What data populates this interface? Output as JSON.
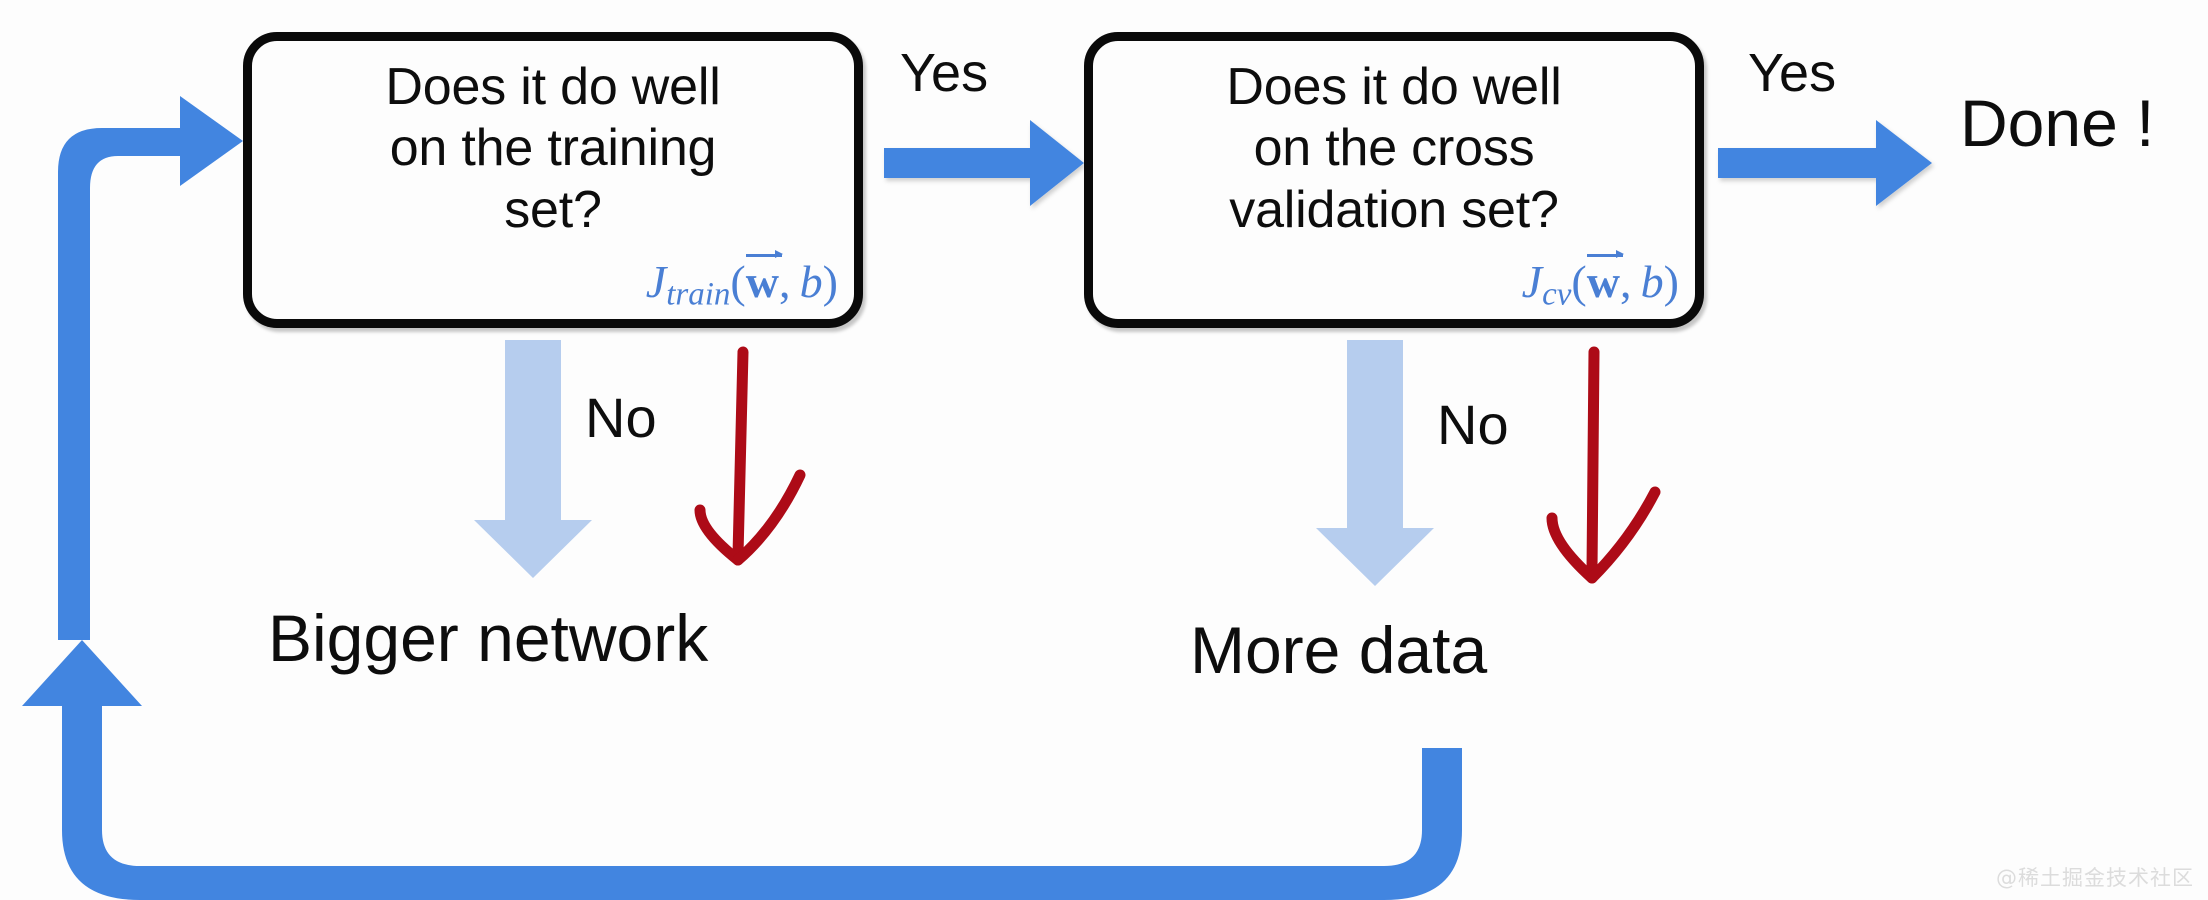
{
  "diagram": {
    "title": "Neural network training decision flowchart",
    "colors": {
      "blue_arrow": "#4285e0",
      "light_blue_arrow": "#b6cdee",
      "red_arrow": "#ad0b17",
      "box_border": "#0a0a0a",
      "formula_blue": "#4a7fd4",
      "background": "#fdfdfd",
      "text": "#0d0d0d"
    },
    "boxes": [
      {
        "id": "train",
        "question": "Does it do well\non the training\nset?",
        "formula_j": "J",
        "formula_sub": "train",
        "formula_args": "(w, b)"
      },
      {
        "id": "cv",
        "question": "Does it do well\non the cross\nvalidation set?",
        "formula_j": "J",
        "formula_sub": "cv",
        "formula_args": "(w, b)"
      }
    ],
    "labels": {
      "yes_1": "Yes",
      "yes_2": "Yes",
      "no_1": "No",
      "no_2": "No",
      "outcome_bigger": "Bigger network",
      "outcome_more": "More data",
      "done": "Done !"
    },
    "arrows": [
      {
        "name": "yes-arrow-train-to-cv",
        "type": "block-arrow",
        "direction": "right",
        "color": "#4285e0"
      },
      {
        "name": "yes-arrow-cv-to-done",
        "type": "block-arrow",
        "direction": "right",
        "color": "#4285e0"
      },
      {
        "name": "no-arrow-train",
        "type": "block-arrow",
        "direction": "down",
        "color": "#b6cdee"
      },
      {
        "name": "no-arrow-cv",
        "type": "block-arrow",
        "direction": "down",
        "color": "#b6cdee"
      },
      {
        "name": "red-annotation-arrow-train",
        "type": "hand-drawn",
        "direction": "down",
        "color": "#ad0b17"
      },
      {
        "name": "red-annotation-arrow-cv",
        "type": "hand-drawn",
        "direction": "down",
        "color": "#ad0b17"
      },
      {
        "name": "feedback-loop-left",
        "type": "elbow-block-arrow",
        "direction": "up-right",
        "color": "#4285e0"
      },
      {
        "name": "feedback-loop-bottom",
        "type": "u-block-arrow",
        "direction": "left-up",
        "color": "#4285e0"
      }
    ],
    "watermark": "@稀土掘金技术社区"
  }
}
